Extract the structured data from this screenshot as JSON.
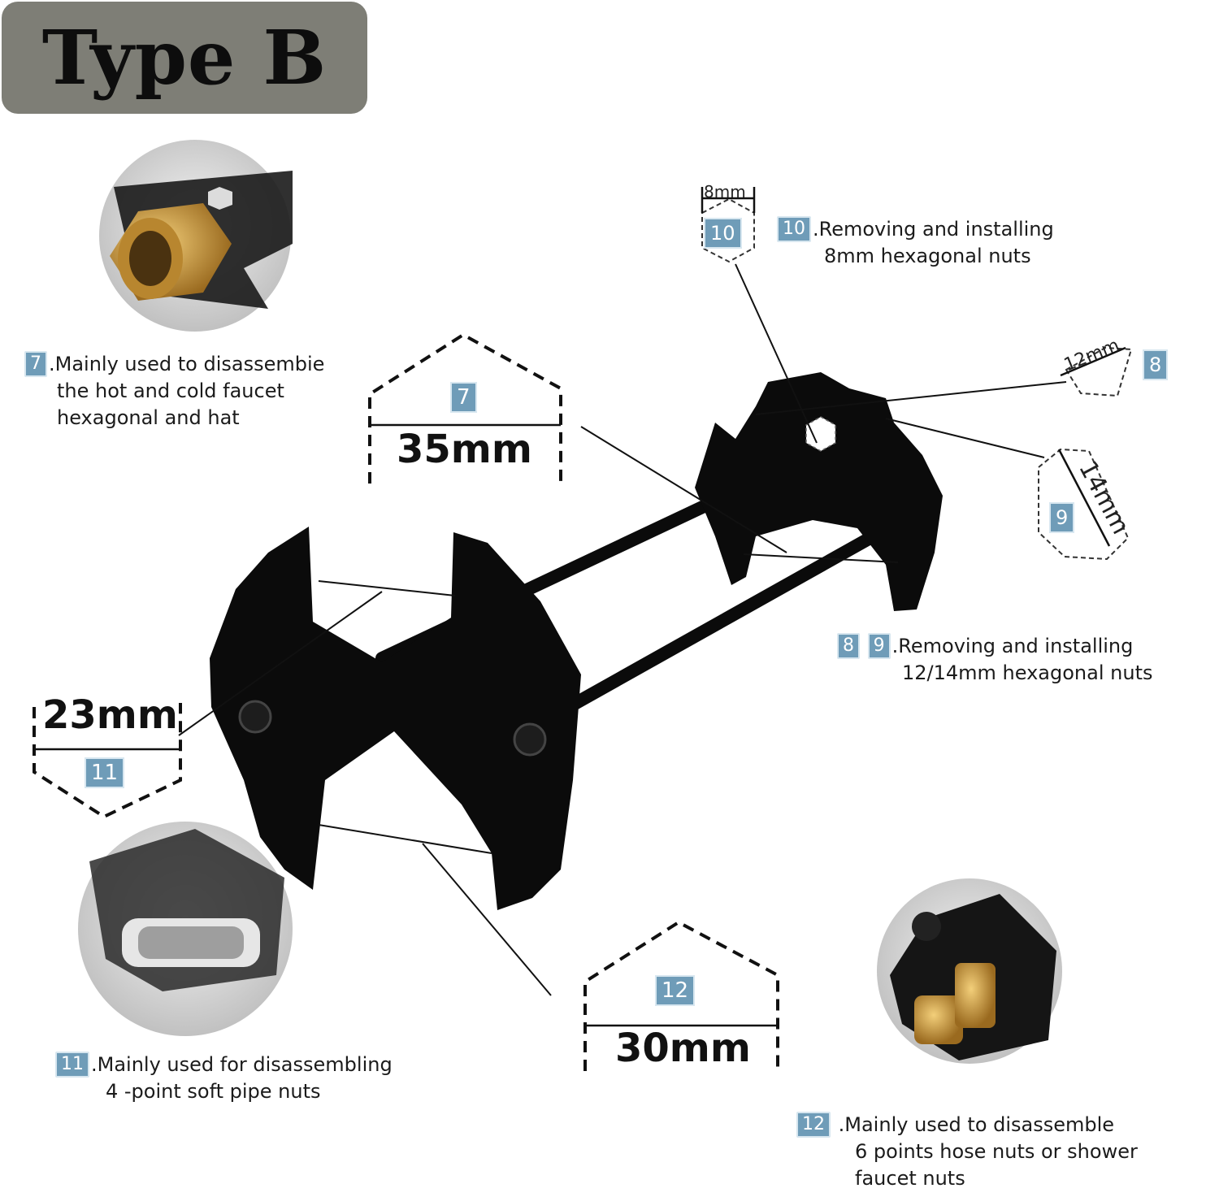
{
  "title": "Type B",
  "descriptions": {
    "d7": {
      "badge": "7",
      "line1": ".Mainly used to disassembie",
      "line2": "the hot and cold faucet",
      "line3": "hexagonal and hat"
    },
    "d10": {
      "badge": "10",
      "line1": ".Removing and installing",
      "line2": "8mm hexagonal nuts"
    },
    "d89": {
      "badge_a": "8",
      "badge_b": "9",
      "line1": ".Removing and installing",
      "line2": "12/14mm hexagonal nuts"
    },
    "d11": {
      "badge": "11",
      "line1": ".Mainly used for disassembling",
      "line2": "4 -point soft pipe nuts"
    },
    "d12": {
      "badge": "12",
      "line1": ".Mainly used to disassemble",
      "line2": "6 points hose nuts or shower",
      "line3": "faucet nuts"
    }
  },
  "callouts": {
    "c7": {
      "tag": "7",
      "size": "35mm"
    },
    "c8": {
      "tag": "8",
      "size": "12mm"
    },
    "c9": {
      "tag": "9",
      "size": "14mm"
    },
    "c10": {
      "tag": "10",
      "size": "8mm"
    },
    "c11": {
      "tag": "11",
      "size": "23mm"
    },
    "c12": {
      "tag": "12",
      "size": "30mm"
    }
  },
  "colors": {
    "title_bg": "#7e7e76",
    "badge": "#6f9cb8",
    "tool": "#0b0b0b"
  }
}
